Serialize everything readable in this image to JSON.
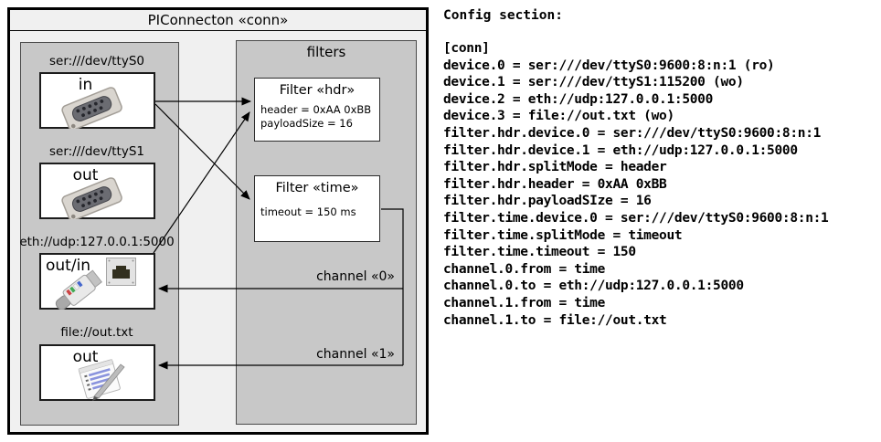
{
  "colors": {
    "panel_fill": "#c8c8c8",
    "box_fill": "#ffffff",
    "outer_fill": "#f0f0f0",
    "line_color": "#000000",
    "note_line_blue": "#8a93dd"
  },
  "diagram": {
    "title": "PIConnecton «conn»",
    "devices_panel": {
      "devices": [
        {
          "label": "ser:///dev/ttyS0",
          "direction": "in",
          "icon": "serial-connector-icon"
        },
        {
          "label": "ser:///dev/ttyS1",
          "direction": "out",
          "icon": "serial-connector-icon"
        },
        {
          "label": "eth://udp:127.0.0.1:5000",
          "direction": "out/in",
          "icon": "ethernet-connector-icon"
        },
        {
          "label": "file://out.txt",
          "direction": "out",
          "icon": "notepad-icon"
        }
      ]
    },
    "filters_panel": {
      "title": "filters",
      "filters": [
        {
          "title": "Filter «hdr»",
          "params": [
            "header = 0xAA 0xBB",
            "payloadSize = 16"
          ]
        },
        {
          "title": "Filter «time»",
          "params": [
            "timeout = 150 ms"
          ]
        }
      ]
    },
    "channels": [
      {
        "label": "channel «0»"
      },
      {
        "label": "channel «1»"
      }
    ]
  },
  "config": {
    "heading": "Config section:",
    "lines": [
      "[conn]",
      "device.0 = ser:///dev/ttyS0:9600:8:n:1 (ro)",
      "device.1 = ser:///dev/ttyS1:115200 (wo)",
      "device.2 = eth://udp:127.0.0.1:5000",
      "device.3 = file://out.txt (wo)",
      "filter.hdr.device.0 = ser:///dev/ttyS0:9600:8:n:1",
      "filter.hdr.device.1 = eth://udp:127.0.0.1:5000",
      "filter.hdr.splitMode = header",
      "filter.hdr.header = 0xAA 0xBB",
      "filter.hdr.payloadSIze = 16",
      "filter.time.device.0 = ser:///dev/ttyS0:9600:8:n:1",
      "filter.time.splitMode = timeout",
      "filter.time.timeout = 150",
      "channel.0.from = time",
      "channel.0.to = eth://udp:127.0.0.1:5000",
      "channel.1.from = time",
      "channel.1.to = file://out.txt"
    ]
  }
}
